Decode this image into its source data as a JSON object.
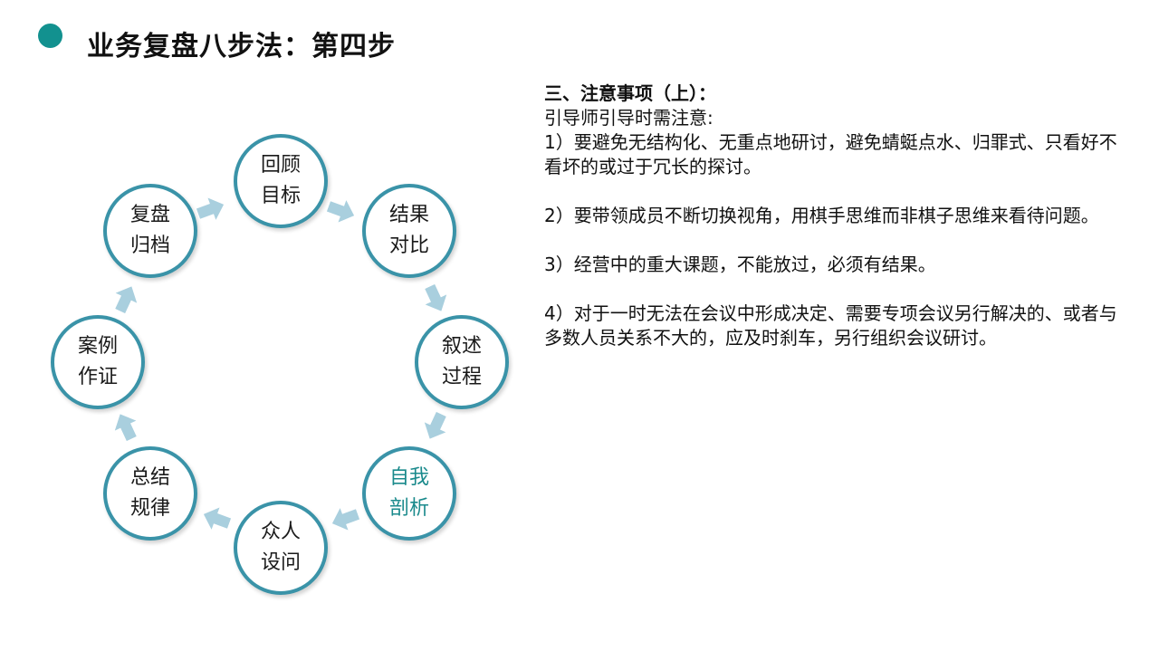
{
  "header": {
    "title": "业务复盘八步法：第四步",
    "bullet_color": "#12918f"
  },
  "diagram": {
    "type": "cycle",
    "border_color": "#3a93a8",
    "arrow_color": "#a9cfde",
    "highlight_color": "#1a8a8c",
    "nodes": [
      {
        "line1": "回顾",
        "line2": "目标",
        "highlight": false
      },
      {
        "line1": "结果",
        "line2": "对比",
        "highlight": false
      },
      {
        "line1": "叙述",
        "line2": "过程",
        "highlight": false
      },
      {
        "line1": "自我",
        "line2": "剖析",
        "highlight": true
      },
      {
        "line1": "众人",
        "line2": "设问",
        "highlight": false
      },
      {
        "line1": "总结",
        "line2": "规律",
        "highlight": false
      },
      {
        "line1": "案例",
        "line2": "作证",
        "highlight": false
      },
      {
        "line1": "复盘",
        "line2": "归档",
        "highlight": false
      }
    ]
  },
  "content": {
    "heading": "三、注意事项（上）：",
    "intro": "引导师引导时需注意:",
    "items": [
      "1）要避免无结构化、无重点地研讨，避免蜻蜓点水、归罪式、只看好不看坏的或过于冗长的探讨。",
      "2）要带领成员不断切换视角，用棋手思维而非棋子思维来看待问题。",
      "3）经营中的重大课题，不能放过，必须有结果。",
      "4）对于一时无法在会议中形成决定、需要专项会议另行解决的、或者与多数人员关系不大的，应及时刹车，另行组织会议研讨。"
    ]
  }
}
